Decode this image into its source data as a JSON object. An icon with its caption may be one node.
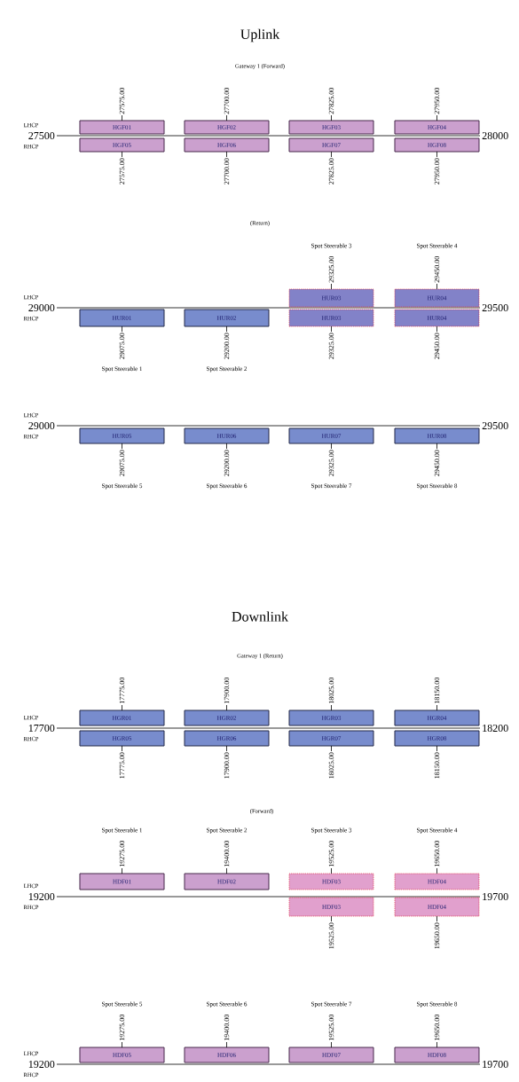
{
  "diagram": {
    "nodes": [
      {
        "text": [
          "HGF01"
        ],
        "beside": [
          "27575.00"
        ]
      },
      {
        "text": [
          "HGF02"
        ],
        "beside": [
          "27700.00"
        ]
      },
      {
        "text": [
          "HGF03"
        ],
        "beside": [
          "27825.00"
        ]
      },
      {
        "text": [
          "HGF04"
        ],
        "beside": [
          "27950.00"
        ]
      },
      {
        "text": [
          "HGF05"
        ],
        "beside": [
          "27575.00"
        ]
      },
      {
        "text": [
          "HGF06"
        ],
        "beside": [
          "27700.00"
        ]
      },
      {
        "text": [
          "HGF07"
        ],
        "beside": [
          "27825.00"
        ]
      },
      {
        "text": [
          "HGF08"
        ],
        "beside": [
          "27950.00"
        ]
      },
      {
        "text": [
          "HUR03"
        ],
        "beside": [
          "Spot Steerable 3",
          "29325.00"
        ]
      },
      {
        "text": [
          "HUR04"
        ],
        "beside": [
          "Spot Steerable 4",
          "29450.00"
        ]
      },
      {
        "text": [
          "HUR01"
        ],
        "beside": [
          "29075.00",
          "Spot Steerable 1"
        ]
      },
      {
        "text": [
          "HUR02"
        ],
        "beside": [
          "29200.00",
          "Spot Steerable 2"
        ]
      },
      {
        "text": [
          "HUR03"
        ],
        "beside": [
          "29325.00"
        ]
      },
      {
        "text": [
          "HUR04"
        ],
        "beside": [
          "29450.00"
        ]
      },
      {
        "text": [
          "HUR05"
        ],
        "beside": [
          "29075.00",
          "Spot Steerable 5"
        ]
      },
      {
        "text": [
          "HUR06"
        ],
        "beside": [
          "29200.00",
          "Spot Steerable 6"
        ]
      },
      {
        "text": [
          "HUR07"
        ],
        "beside": [
          "29325.00",
          "Spot Steerable 7"
        ]
      },
      {
        "text": [
          "HUR08"
        ],
        "beside": [
          "29450.00",
          "Spot Steerable 8"
        ]
      },
      {
        "text": [
          "HGR01"
        ],
        "beside": [
          "17775.00"
        ]
      },
      {
        "text": [
          "HGR02"
        ],
        "beside": [
          "17900.00"
        ]
      },
      {
        "text": [
          "HGR03"
        ],
        "beside": [
          "18025.00"
        ]
      },
      {
        "text": [
          "HGR04"
        ],
        "beside": [
          "18150.00"
        ]
      },
      {
        "text": [
          "HGR05"
        ],
        "beside": [
          "17775.00"
        ]
      },
      {
        "text": [
          "HGR06"
        ],
        "beside": [
          "17900.00"
        ]
      },
      {
        "text": [
          "HGR07"
        ],
        "beside": [
          "18025.00"
        ]
      },
      {
        "text": [
          "HGR08"
        ],
        "beside": [
          "18150.00"
        ]
      },
      {
        "text": [
          "HDF01"
        ],
        "beside": [
          "Spot Steerable 1",
          "19275.00"
        ]
      },
      {
        "text": [
          "HDF02"
        ],
        "beside": [
          "Spot Steerable 2",
          "19400.00"
        ]
      },
      {
        "text": [
          "HDF03"
        ],
        "beside": [
          "Spot Steerable 3",
          "19525.00"
        ]
      },
      {
        "text": [
          "HDF04"
        ],
        "beside": [
          "Spot Steerable 4",
          "19650.00"
        ]
      },
      {
        "text": [
          "HDF03"
        ],
        "beside": [
          "19525.00"
        ]
      },
      {
        "text": [
          "HDF04"
        ],
        "beside": [
          "19650.00"
        ]
      },
      {
        "text": [
          "HDF05"
        ],
        "beside": [
          "Spot Steerable 5",
          "19275.00"
        ]
      },
      {
        "text": [
          "HDF06"
        ],
        "beside": [
          "Spot Steerable 6",
          "19400.00"
        ]
      },
      {
        "text": [
          "HDF07"
        ],
        "beside": [
          "Spot Steerable 7",
          "19525.00"
        ]
      },
      {
        "text": [
          "HDF08"
        ],
        "beside": [
          "Spot Steerable 8",
          "19650.00"
        ]
      }
    ],
    "labels": [
      "Uplink",
      "Gateway 1 (Forward)",
      "LHCP",
      "27500",
      "28000",
      "RHCP",
      "(Return)",
      "LHCP",
      "29000",
      "29500",
      "RHCP",
      "LHCP",
      "29000",
      "29500",
      "RHCP",
      "Downlink",
      "Gateway 1 (Return)",
      "LHCP",
      "17700",
      "18200",
      "RHCP",
      "(Forward)",
      "LHCP",
      "19200",
      "19700",
      "RHCP",
      "LHCP",
      "19200",
      "19700",
      "RHCP"
    ]
  }
}
